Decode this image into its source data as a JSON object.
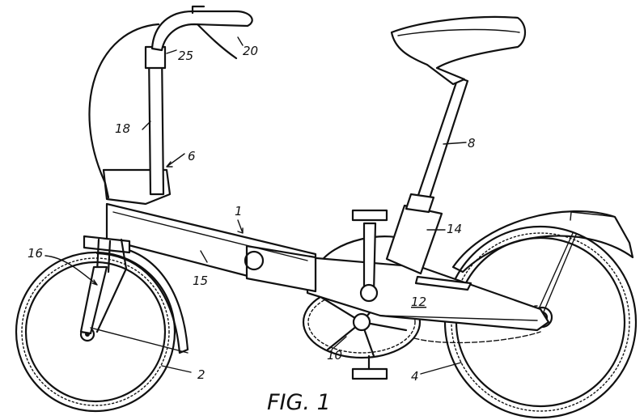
{
  "figure": {
    "caption": "FIG. 1",
    "reference_numerals": {
      "frame": "1",
      "front_wheel": "2",
      "rear_wheel": "4",
      "handlebar_stem_clamp": "6",
      "seat_post": "8",
      "chainwheel": "10",
      "rear_fork": "12",
      "seat_tube": "14",
      "front_frame_member": "15",
      "front_fork": "16",
      "steering_column": "18",
      "brake_lever": "20",
      "handlebar_grip": "25"
    }
  }
}
